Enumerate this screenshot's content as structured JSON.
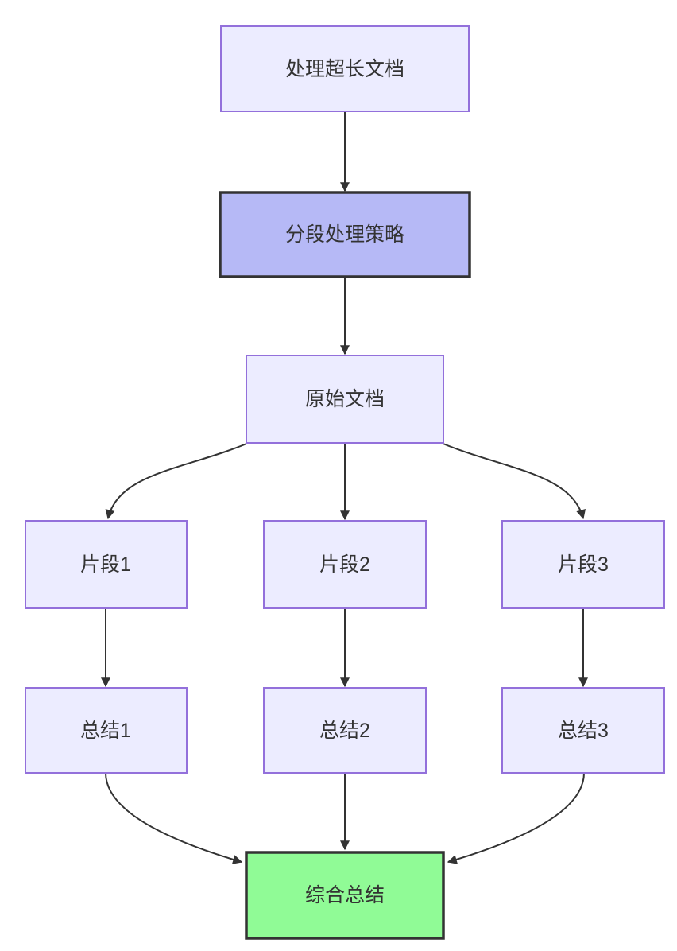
{
  "nodes": {
    "a": {
      "id": "a",
      "label": "处理超长文档"
    },
    "b": {
      "id": "b",
      "label": "分段处理策略"
    },
    "c": {
      "id": "c",
      "label": "原始文档"
    },
    "d": {
      "id": "d",
      "label": "片段1"
    },
    "e": {
      "id": "e",
      "label": "片段2"
    },
    "f": {
      "id": "f",
      "label": "片段3"
    },
    "g": {
      "id": "g",
      "label": "总结1"
    },
    "h": {
      "id": "h",
      "label": "总结2"
    },
    "i": {
      "id": "i",
      "label": "总结3"
    },
    "j": {
      "id": "j",
      "label": "综合总结"
    }
  },
  "edges": [
    {
      "from": "处理超长文档",
      "to": "分段处理策略"
    },
    {
      "from": "分段处理策略",
      "to": "原始文档"
    },
    {
      "from": "原始文档",
      "to": "片段1"
    },
    {
      "from": "原始文档",
      "to": "片段2"
    },
    {
      "from": "原始文档",
      "to": "片段3"
    },
    {
      "from": "片段1",
      "to": "总结1"
    },
    {
      "from": "片段2",
      "to": "总结2"
    },
    {
      "from": "片段3",
      "to": "总结3"
    },
    {
      "from": "总结1",
      "to": "综合总结"
    },
    {
      "from": "总结2",
      "to": "综合总结"
    },
    {
      "from": "总结3",
      "to": "综合总结"
    }
  ],
  "colors": {
    "node_fill": "#ECECFF",
    "node_border": "#9370DB",
    "strategy_fill": "#B6B9F6",
    "result_fill": "#90FB96",
    "emphasis_border": "#333333",
    "edge": "#333333",
    "text": "#333333",
    "background": "#FFFFFF"
  }
}
